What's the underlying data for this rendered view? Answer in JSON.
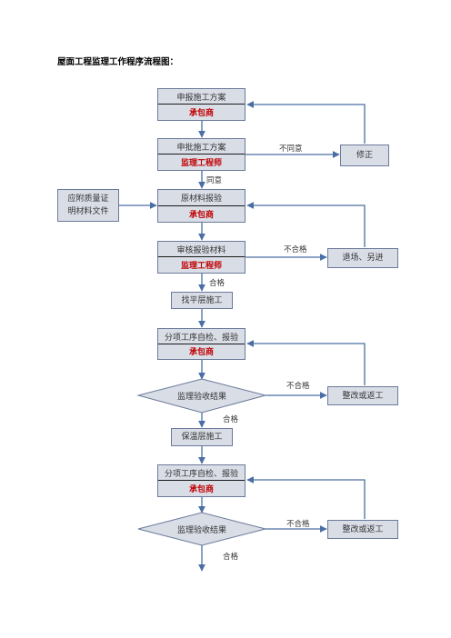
{
  "title": "屋面工程监理工作程序流程图：",
  "steps": {
    "s1": {
      "top": "申报施工方案",
      "bottom": "承包商"
    },
    "s2": {
      "top": "申批施工方案",
      "bottom": "监理工程师"
    },
    "s3": {
      "top": "原材料报验",
      "bottom": "承包商"
    },
    "s4": {
      "top": "审核报验材料",
      "bottom": "监理工程师"
    },
    "s5": {
      "label": "找平层施工"
    },
    "s6": {
      "top": "分项工序自检、报验",
      "bottom": "承包商"
    },
    "d1": {
      "label": "监理验收结果"
    },
    "s7": {
      "label": "保温层施工"
    },
    "s8": {
      "top": "分项工序自检、报验",
      "bottom": "承包商"
    },
    "d2": {
      "label": "监理验收结果"
    }
  },
  "side": {
    "revise": "修正",
    "attach_line1": "应附质量证",
    "attach_line2": "明材料文件",
    "reject_return": "退场、另进",
    "rework1": "整改或返工",
    "rework2": "整改或返工"
  },
  "edge_labels": {
    "not_agree": "不同意",
    "agree": "同意",
    "fail1": "不合格",
    "pass1": "合格",
    "fail2": "不合格",
    "pass2": "合格",
    "fail3": "不合格",
    "pass3": "合格"
  },
  "colors": {
    "box_fill": "#d9dde6",
    "box_border": "#6b7a9a",
    "arrow": "#4a6fa5",
    "role_text": "#c00000"
  }
}
